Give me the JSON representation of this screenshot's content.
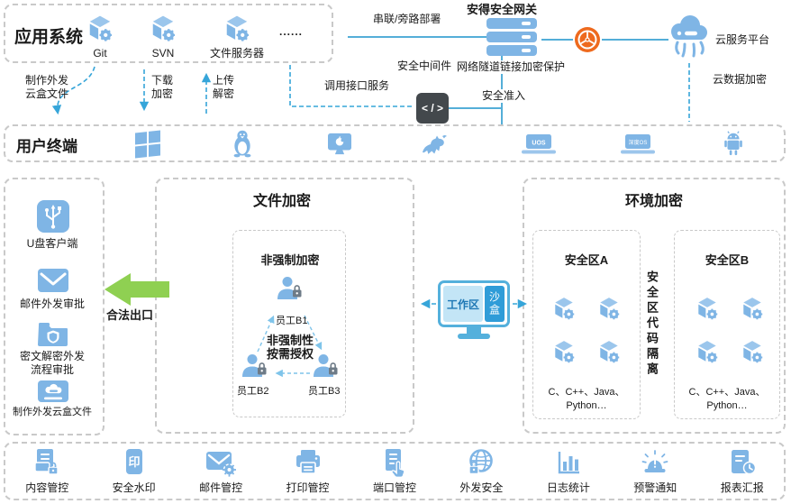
{
  "app_system": {
    "title": "应用系统",
    "items": [
      {
        "label": "Git"
      },
      {
        "label": "SVN"
      },
      {
        "label": "文件服务器"
      }
    ],
    "ellipsis": "......"
  },
  "gateway": {
    "title": "安得安全网关",
    "deploy_label": "串联/旁路部署",
    "middleware_label": "安全中间件",
    "tunnel_label": "网络隧道链接加密保护",
    "access_label": "安全准入",
    "api_label": "调用接口服务",
    "code_glyph": "< / >"
  },
  "cloud": {
    "platform_label": "云服务平台",
    "data_encrypt_label": "云数据加密"
  },
  "flows": {
    "make_cloud_file_line1": "制作外发",
    "make_cloud_file_line2": "云盒文件",
    "download_line1": "下载",
    "download_line2": "加密",
    "upload_line1": "上传",
    "upload_line2": "解密"
  },
  "user_terminal": {
    "title": "用户终端",
    "uos_label": "UOS",
    "deepin_label": "深度OS"
  },
  "outgoing": {
    "usb_label": "U盘客户端",
    "mail_label": "邮件外发审批",
    "decrypt_label_line1": "密文解密外发",
    "decrypt_label_line2": "流程审批",
    "cloudfile_label": "制作外发云盒文件",
    "legal_exit_label": "合法出口"
  },
  "file_encryption": {
    "title": "文件加密",
    "subtitle": "非强制加密",
    "center_line1": "非强制性",
    "center_line2": "按需授权",
    "employees": [
      {
        "label": "员工B1"
      },
      {
        "label": "员工B2"
      },
      {
        "label": "员工B3"
      }
    ]
  },
  "workspace": {
    "work_label": "工作区",
    "sandbox_label": "沙盒"
  },
  "env_encryption": {
    "title": "环境加密",
    "zone_a_title": "安全区A",
    "zone_b_title": "安全区B",
    "isolation_label": "安全区代码隔离",
    "langs_line1": "C、C++、Java、",
    "langs_line2": "Python…"
  },
  "bottom_modules": {
    "stamp_glyph": "印",
    "items": [
      {
        "label": "内容管控"
      },
      {
        "label": "安全水印"
      },
      {
        "label": "邮件管控"
      },
      {
        "label": "打印管控"
      },
      {
        "label": "端口管控"
      },
      {
        "label": "外发安全"
      },
      {
        "label": "日志统计"
      },
      {
        "label": "预警通知"
      },
      {
        "label": "报表汇报"
      }
    ]
  },
  "colors": {
    "icon_blue": "#7FB5E5",
    "line_blue": "#54AED8",
    "dash_blue": "#36A5D9",
    "green": "#8FD052",
    "orange": "#EE6A1E",
    "dark": "#43484C"
  }
}
